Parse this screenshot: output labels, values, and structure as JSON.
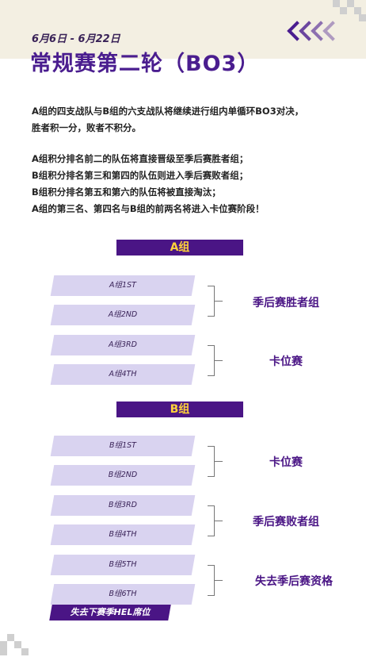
{
  "header": {
    "date_range": "6月6日 - 6月22日",
    "title": "常规赛第二轮（BO3）"
  },
  "intro": {
    "line1": "A组的四支战队与B组的六支战队将继续进行组内单循环BO3对决，",
    "line2": "胜者积一分，败者不积分。"
  },
  "rules": {
    "line1": "A组积分排名前二的队伍将直接晋级至季后赛胜者组；",
    "line2": "B组积分排名第三和第四的队伍则进入季后赛败者组；",
    "line3": "B组积分排名第五和第六的队伍将被直接淘汰；",
    "line4": "A组的第三名、第四名与B组的前两名将进入卡位赛阶段！"
  },
  "group_a": {
    "title": "A组",
    "slots": [
      "A组1ST",
      "A组2ND",
      "A组3RD",
      "A组4TH"
    ],
    "results": [
      "季后赛胜者组",
      "卡位赛"
    ]
  },
  "group_b": {
    "title": "B组",
    "slots": [
      "B组1ST",
      "B组2ND",
      "B组3RD",
      "B组4TH",
      "B组5TH",
      "B组6TH"
    ],
    "results": [
      "卡位赛",
      "季后赛败者组",
      "失去季后赛资格"
    ]
  },
  "footer_badge": "失去下赛季HEL席位",
  "colors": {
    "primary": "#4a1585",
    "accent": "#ffd23a",
    "slot": "#d9d3f0",
    "band": "#f3efe2"
  }
}
